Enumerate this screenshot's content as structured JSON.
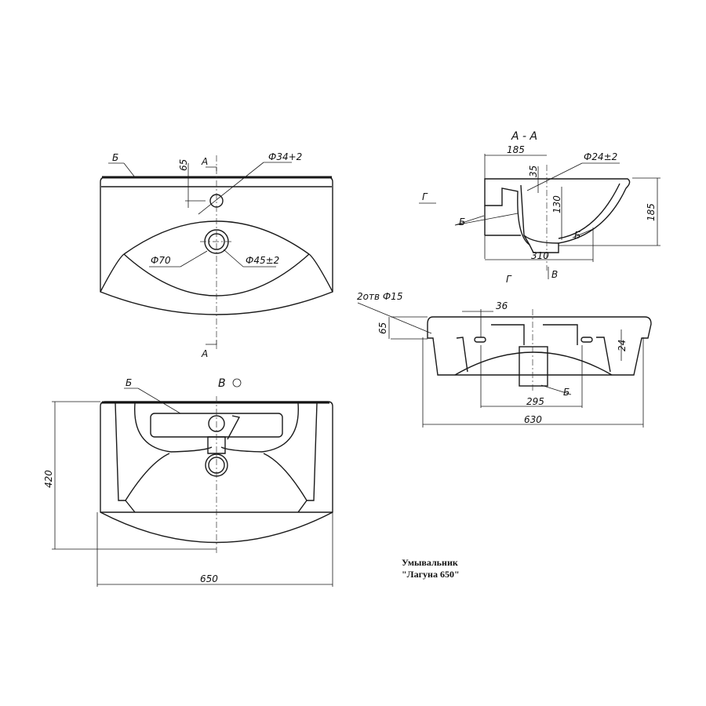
{
  "title": {
    "line1": "Умывальник",
    "line2": "\"Лагуна 650\""
  },
  "top_view": {
    "label_b": "Б",
    "dim_65": "65",
    "section_a_top": "A",
    "section_a_bottom": "A",
    "dia_tap_hole": "Ф34+2",
    "dia_drain_outer": "Ф70",
    "dia_drain_inner": "Ф45±2"
  },
  "section_aa": {
    "title": "A - A",
    "dim_185_top": "185",
    "dim_35": "35",
    "dia_overflow": "Ф24±2",
    "dim_130": "130",
    "dim_185_height": "185",
    "view_g_arrow": "Г",
    "label_b_left": "Б",
    "label_b_right": "Б",
    "dim_310": "310",
    "view_v_arrow": "В"
  },
  "view_g": {
    "title": "Г",
    "holes": "2отв Ф15",
    "dim_36": "36",
    "dim_65": "65",
    "dim_24": "24",
    "label_b": "Б",
    "dim_295": "295",
    "dim_630": "630"
  },
  "bottom_view": {
    "title": "В",
    "label_b": "Б",
    "dim_420": "420",
    "dim_650": "650"
  }
}
